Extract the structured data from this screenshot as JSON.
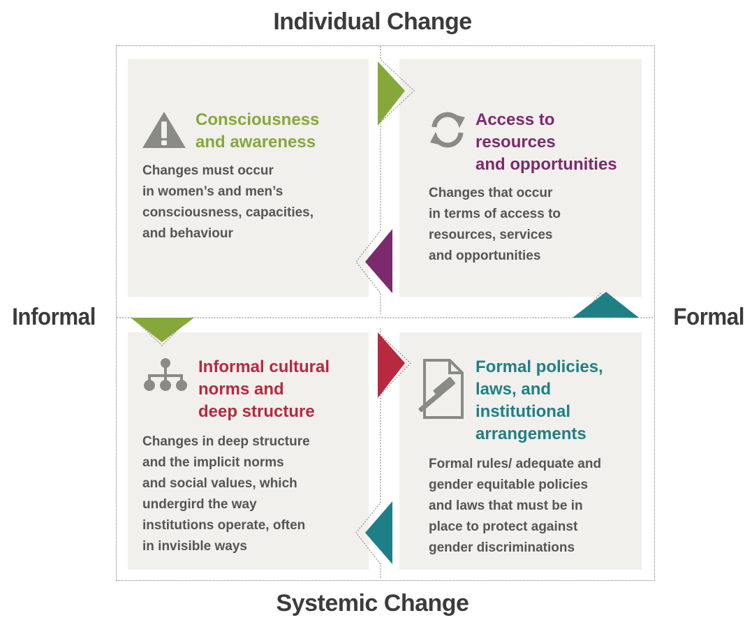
{
  "axes": {
    "top": "Individual Change",
    "bottom": "Systemic Change",
    "left": "Informal",
    "right": "Formal"
  },
  "quadrants": {
    "top_left": {
      "title": "Consciousness\nand awareness",
      "description": "Changes must occur\nin women’s and men’s\nconsciousness, capacities,\nand behaviour",
      "color": "#86a83a",
      "icon": "warning-icon"
    },
    "top_right": {
      "title": "Access to\nresources\nand opportunities",
      "description": "Changes that occur\nin terms of access to\nresources, services\nand opportunities",
      "color": "#7b2a6e",
      "icon": "refresh-icon"
    },
    "bottom_left": {
      "title": "Informal cultural\nnorms and\ndeep structure",
      "description": "Changes in deep structure\nand the implicit norms\nand social values, which\nundergird the way\ninstitutions operate, often\nin invisible ways",
      "color": "#b8283f",
      "icon": "hierarchy-icon"
    },
    "bottom_right": {
      "title": "Formal policies,\nlaws, and\ninstitutional\narrangements",
      "description": "Formal rules/ adequate and\ngender equitable policies\nand laws that must be in\nplace to protect against\ngender discriminations",
      "color": "#1f7f86",
      "icon": "gavel-document-icon"
    }
  }
}
